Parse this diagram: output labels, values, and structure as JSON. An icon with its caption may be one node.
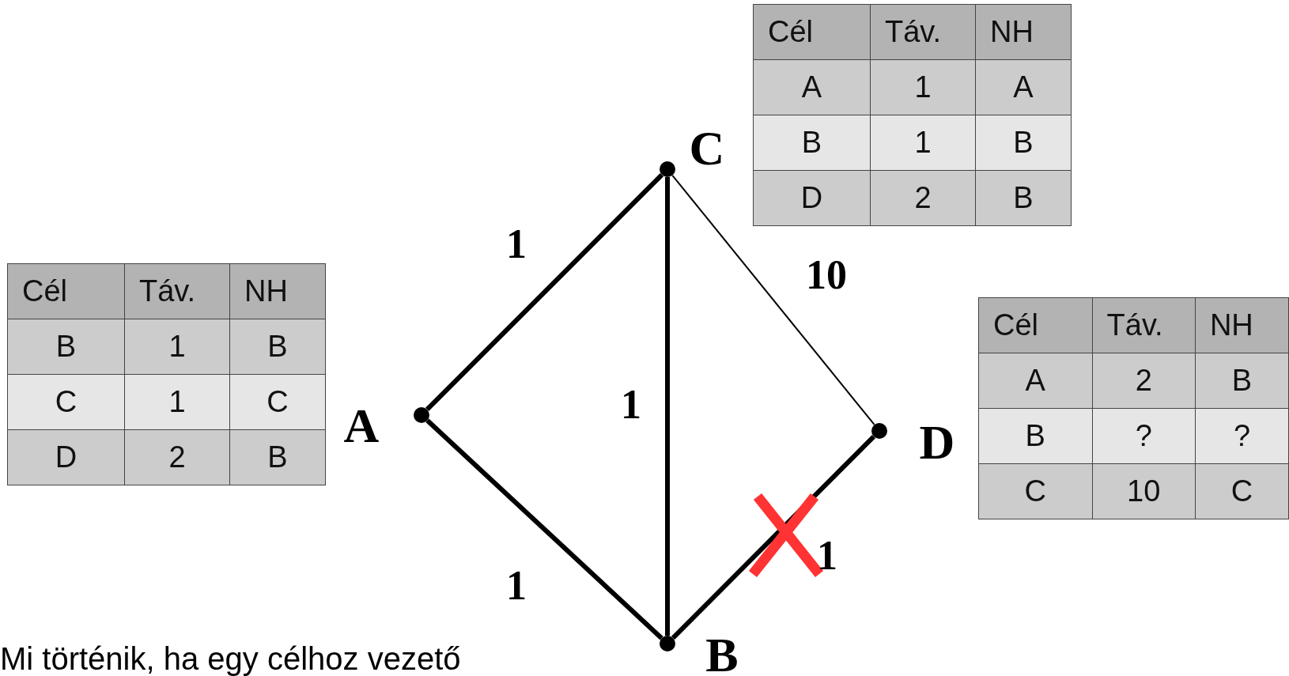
{
  "diagram": {
    "nodes": [
      {
        "text": [],
        "shape": "circle",
        "beside": [
          "C"
        ]
      },
      {
        "text": [],
        "shape": "circle",
        "beside": [
          "A"
        ]
      },
      {
        "text": [],
        "shape": "circle",
        "beside": [
          "D"
        ]
      },
      {
        "text": [],
        "shape": "circle",
        "beside": [
          "B"
        ]
      }
    ],
    "edges": [
      {
        "from": 1,
        "to": 0,
        "arrow": "none",
        "label": "1"
      },
      {
        "from": 0,
        "to": 2,
        "arrow": "none",
        "label": "10"
      },
      {
        "from": 0,
        "to": 3,
        "arrow": "none",
        "label": "1"
      },
      {
        "from": 1,
        "to": 3,
        "arrow": "none",
        "label": "1"
      },
      {
        "from": 3,
        "to": 2,
        "arrow": "none",
        "label": "1"
      }
    ],
    "labels": [
      "Cél",
      "Táv.",
      "NH",
      "A",
      "1",
      "A",
      "B",
      "1",
      "B",
      "D",
      "2",
      "B",
      "Cél",
      "Táv.",
      "NH",
      "B",
      "1",
      "B",
      "C",
      "1",
      "C",
      "D",
      "2",
      "B",
      "Cél",
      "Táv.",
      "NH",
      "A",
      "2",
      "B",
      "B",
      "?",
      "?",
      "C",
      "10",
      "C",
      "Mi történik, ha egy célhoz vezető"
    ]
  }
}
